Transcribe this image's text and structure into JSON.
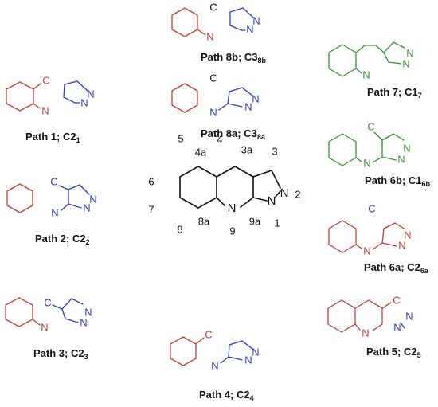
{
  "paths": [
    {
      "id": "path1",
      "label": "Path 1; C2",
      "sub": "1"
    },
    {
      "id": "path2",
      "label": "Path 2; C2",
      "sub": "2"
    },
    {
      "id": "path3",
      "label": "Path 3; C2",
      "sub": "3"
    },
    {
      "id": "path4",
      "label": "Path 4; C2",
      "sub": "4"
    },
    {
      "id": "path5",
      "label": "Path 5; C2",
      "sub": "5"
    },
    {
      "id": "path6a",
      "label": "Path 6a; C2",
      "sub": "6a"
    },
    {
      "id": "path6b",
      "label": "Path 6b; C1",
      "sub": "6b"
    },
    {
      "id": "path7",
      "label": "Path 7; C1",
      "sub": "7"
    },
    {
      "id": "path8a",
      "label": "Path 8a; C3",
      "sub": "8a"
    },
    {
      "id": "path8b",
      "label": "Path 8b; C3",
      "sub": "8b"
    }
  ],
  "atoms": {
    "C": "C",
    "N": "N"
  },
  "core_numbers": [
    "1",
    "2",
    "3",
    "3a",
    "4",
    "4a",
    "5",
    "6",
    "7",
    "8",
    "8a",
    "9",
    "9a"
  ],
  "colors": {
    "red": "#b5433c",
    "blue": "#2f3fae",
    "green": "#3d8f3d",
    "black": "#111111"
  }
}
